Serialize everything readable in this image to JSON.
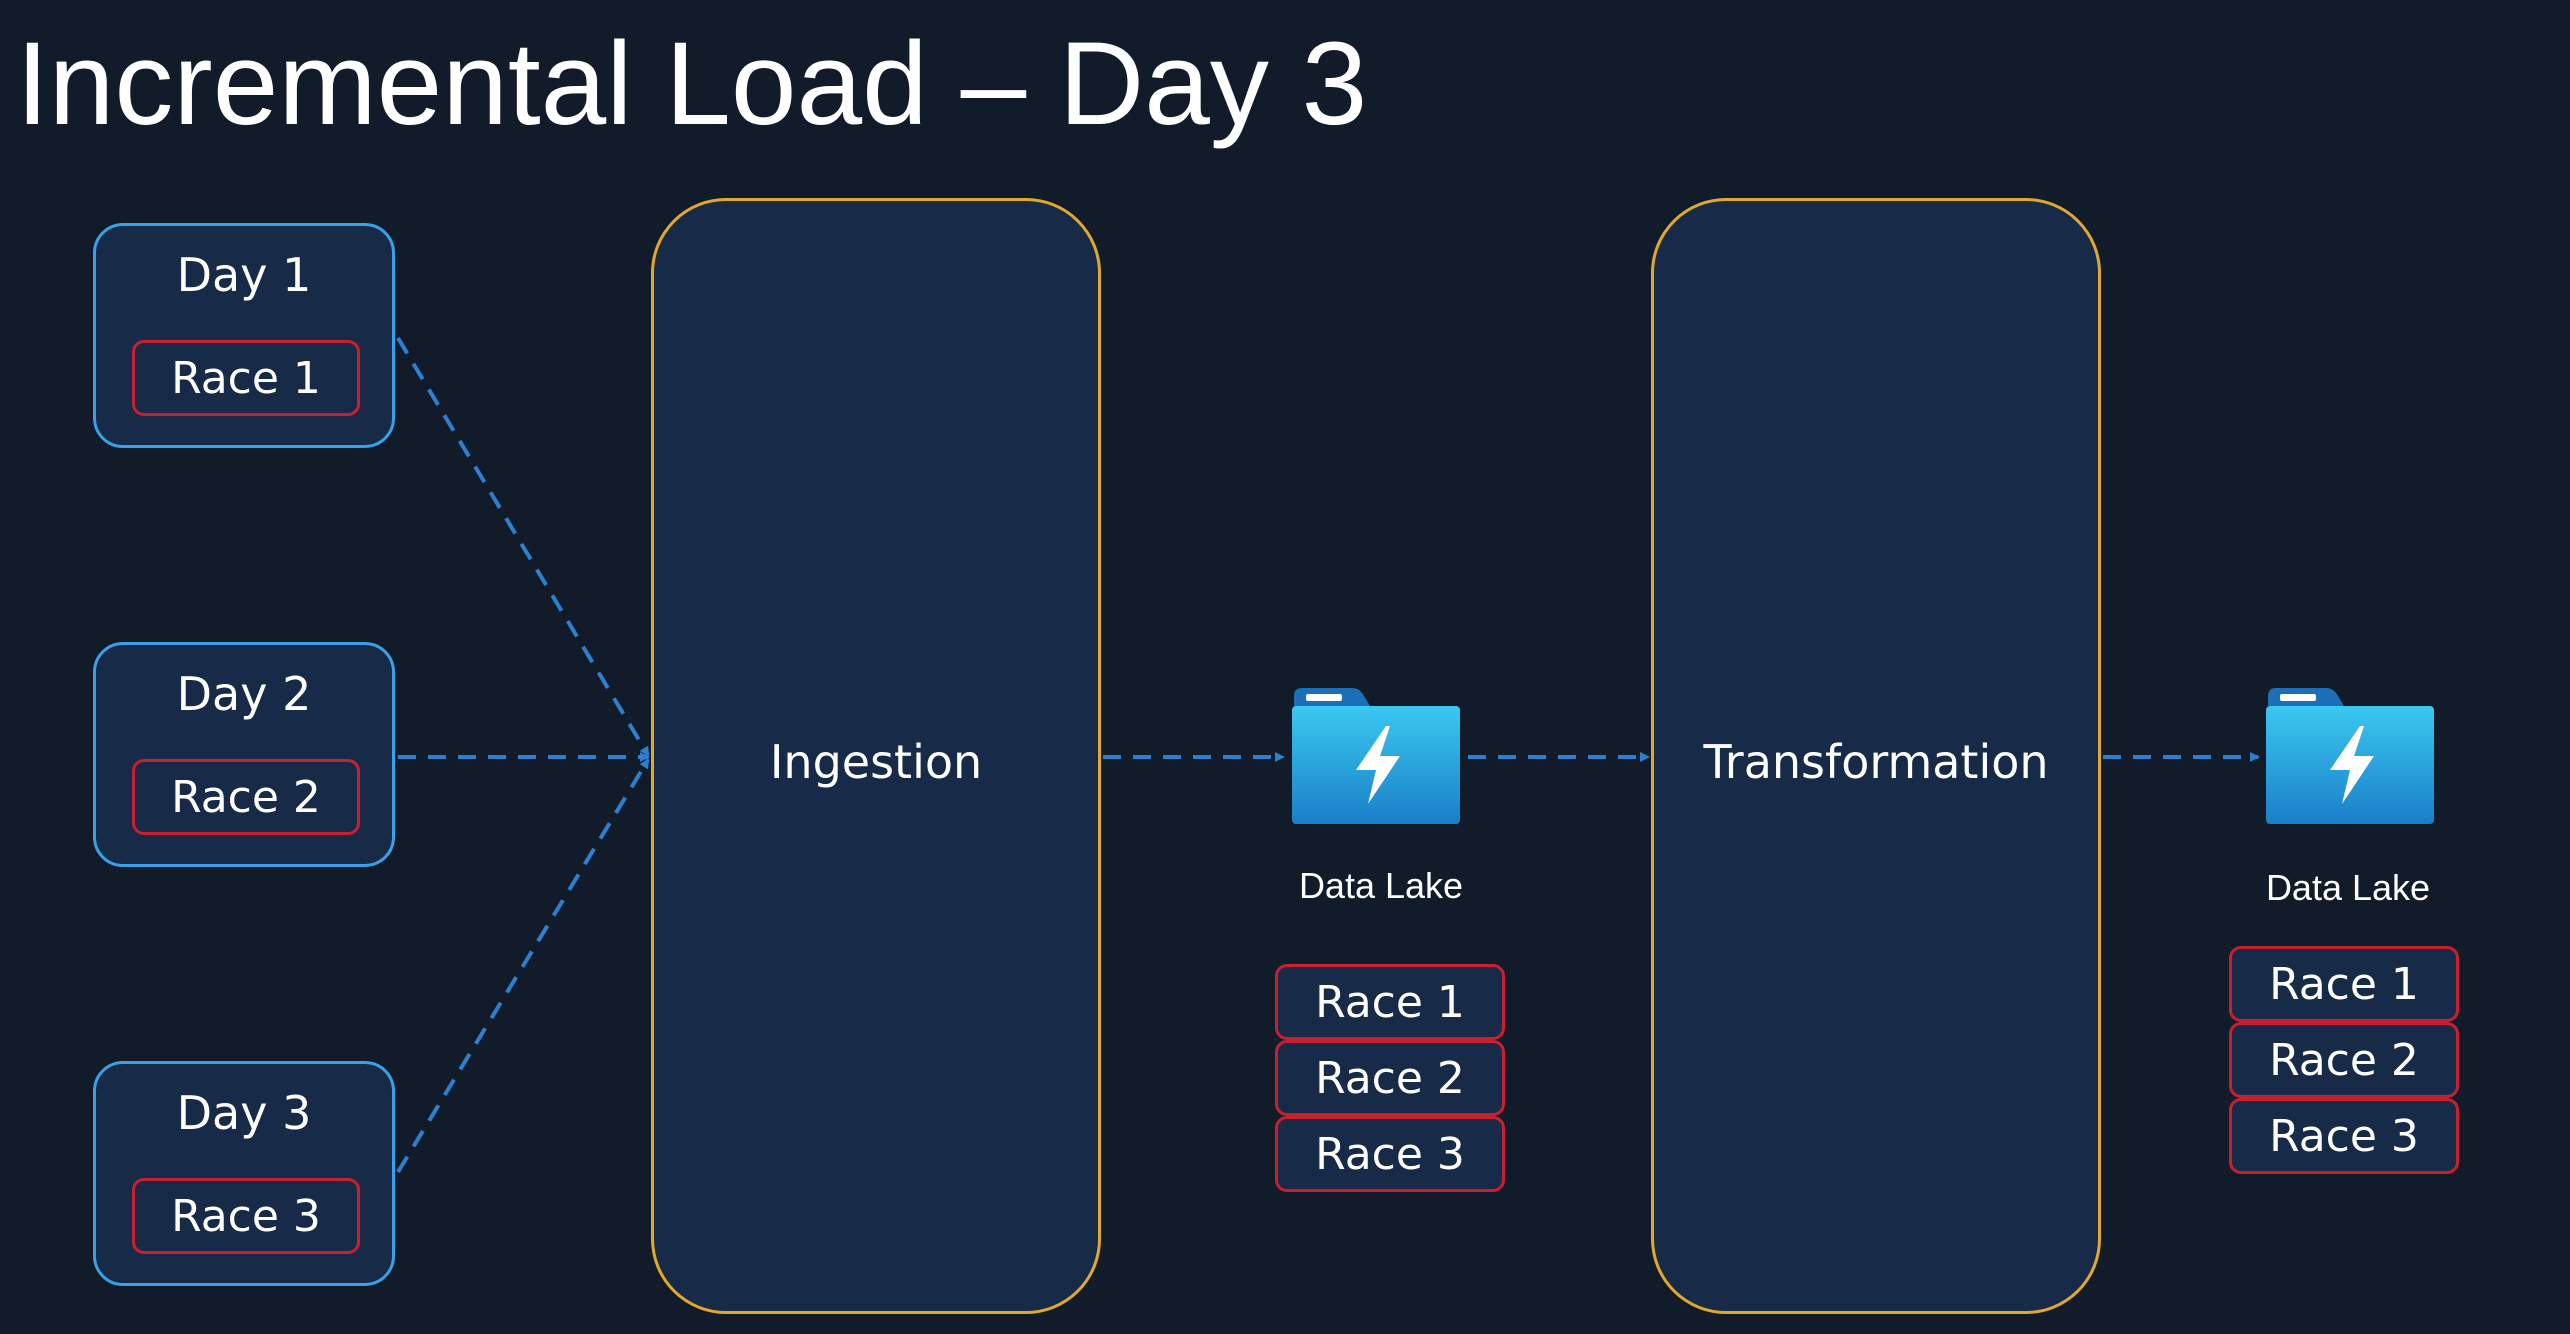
{
  "title": "Incremental Load – Day 3",
  "sources": [
    {
      "day": "Day 1",
      "race": "Race 1"
    },
    {
      "day": "Day 2",
      "race": "Race 2"
    },
    {
      "day": "Day 3",
      "race": "Race 3"
    }
  ],
  "stages": {
    "ingestion": "Ingestion",
    "transformation": "Transformation"
  },
  "lakes": [
    {
      "label": "Data Lake",
      "icon": "data-lake-folder-icon",
      "races": [
        "Race 1",
        "Race 2",
        "Race 3"
      ]
    },
    {
      "label": "Data Lake",
      "icon": "data-lake-folder-icon",
      "races": [
        "Race 1",
        "Race 2",
        "Race 3"
      ]
    }
  ],
  "colors": {
    "background": "#121b2a",
    "source_border": "#3aa0e8",
    "stage_border": "#e0a92c",
    "race_border": "#c8202e",
    "arrow": "#2f7fd0"
  }
}
